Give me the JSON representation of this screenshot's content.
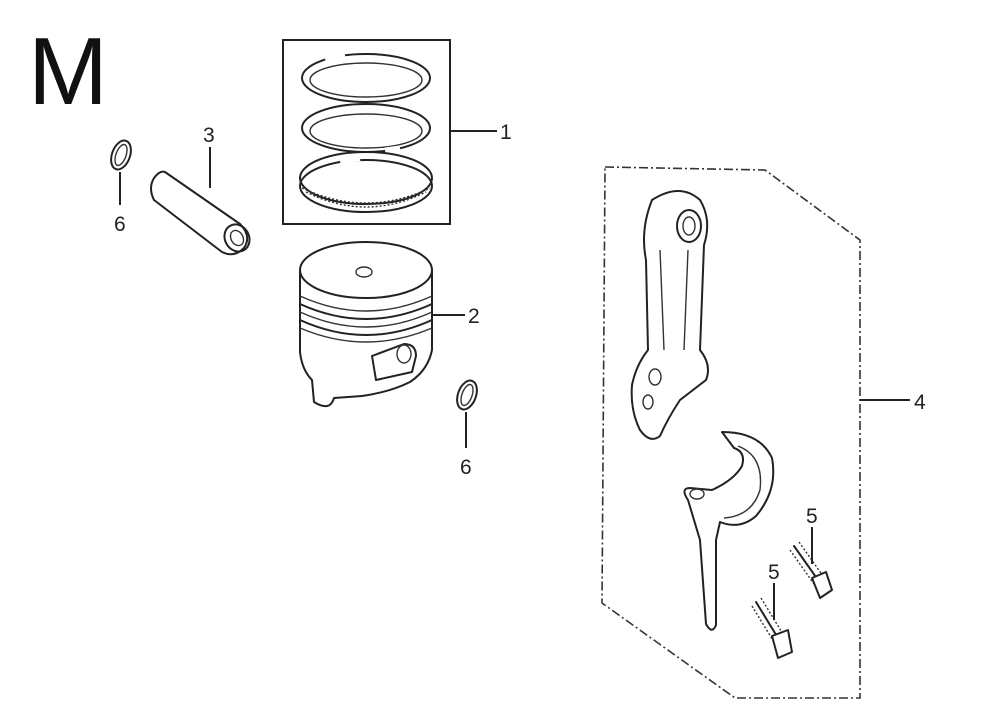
{
  "section_letter": "M",
  "callouts": {
    "piston_rings": "1",
    "piston": "2",
    "piston_pin": "3",
    "connecting_rod": "4",
    "rod_bolt_upper": "5",
    "rod_bolt_lower": "5",
    "clip_left": "6",
    "clip_right": "6"
  }
}
